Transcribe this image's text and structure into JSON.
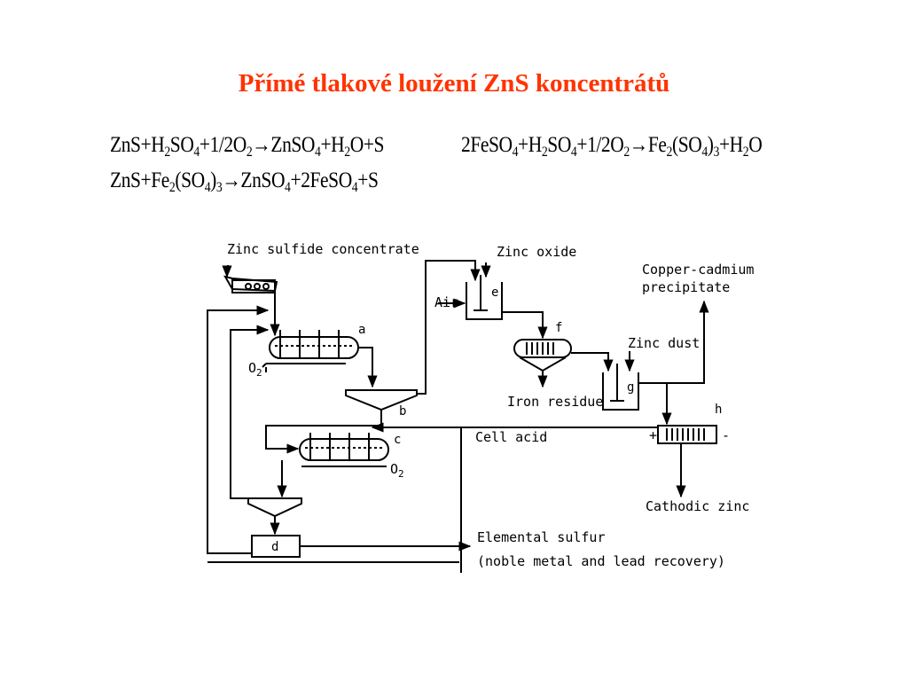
{
  "slide": {
    "title": "Přímé tlakové loužení ZnS koncentrátů"
  },
  "equations": {
    "eq1": "ZnS+H₂SO₄+1/2O₂→ZnSO₄+H₂O+S",
    "eq2": "ZnS+Fe₂(SO₄)₃→ZnSO₄+2FeSO₄+S",
    "eq3": "2FeSO₄+H₂SO₄+1/2O₂→Fe₂(SO₄)₃+H₂O"
  },
  "diagram": {
    "zinc_sulfide_concentrate": "Zinc sulfide concentrate",
    "zinc_oxide": "Zinc oxide",
    "air": "Air",
    "copper_cadmium_line1": "Copper-cadmium",
    "copper_cadmium_line2": "precipitate",
    "zinc_dust": "Zinc dust",
    "iron_residue": "Iron residue",
    "cell_acid": "Cell acid",
    "cathodic_zinc": "Cathodic zinc",
    "elemental_sulfur": "Elemental sulfur",
    "noble_metal": "(noble metal and lead recovery)",
    "o2": "O",
    "o2_sub": "2",
    "plus": "+",
    "minus": "-",
    "tags": {
      "a": "a",
      "b": "b",
      "c": "c",
      "d": "d",
      "e": "e",
      "f": "f",
      "g": "g",
      "h": "h"
    }
  }
}
